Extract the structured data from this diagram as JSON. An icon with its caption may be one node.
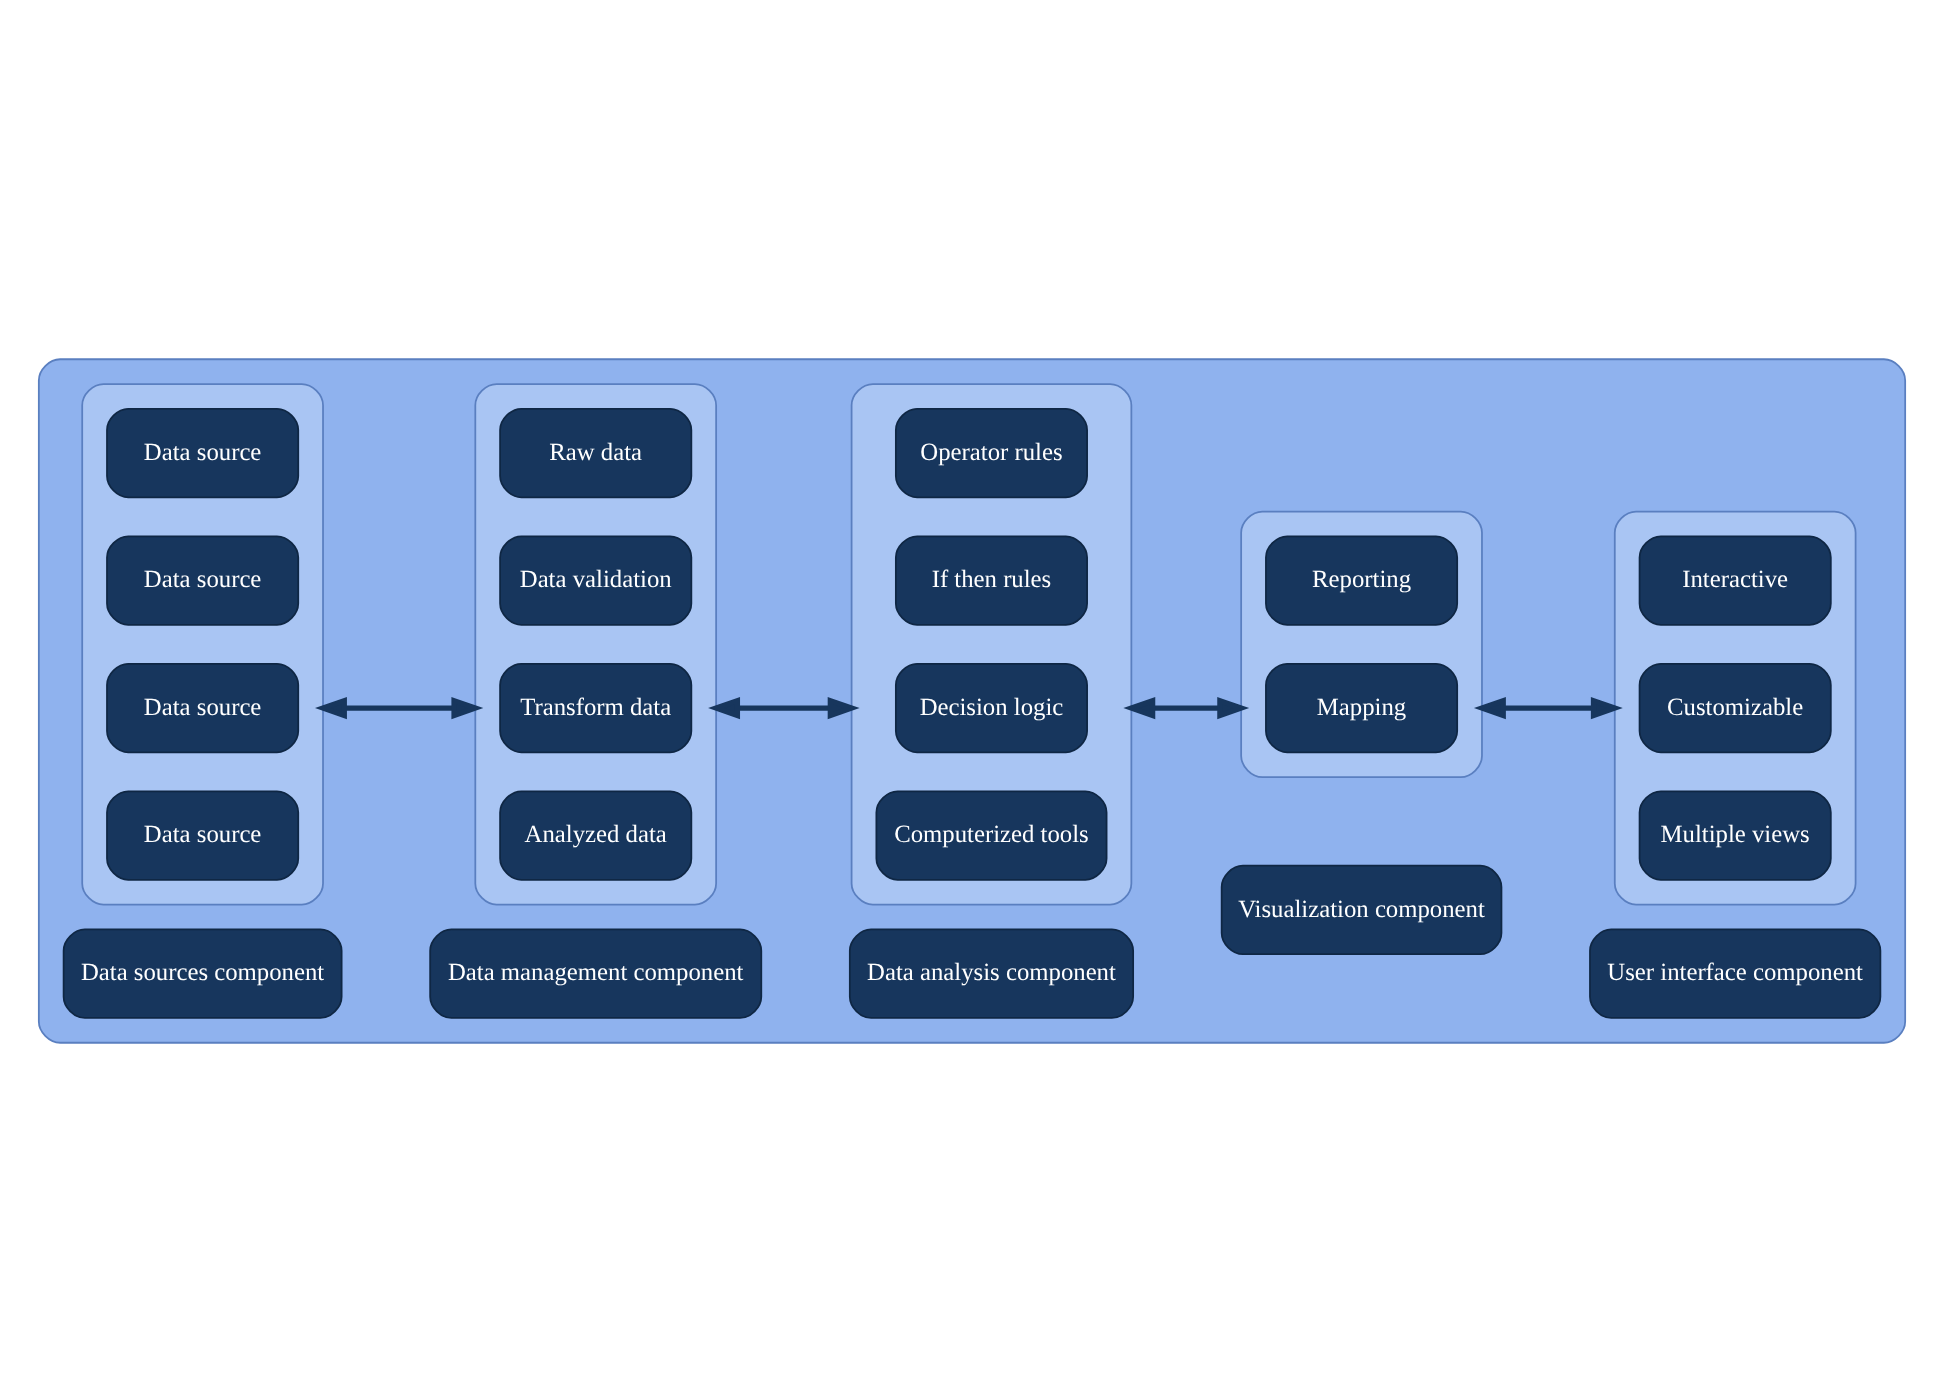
{
  "diagram": {
    "nodes": [
      {
        "text": [],
        "shape": "box"
      },
      {
        "text": [],
        "shape": "box",
        "in": 0
      },
      {
        "text": [
          "Data source"
        ],
        "in": 1
      },
      {
        "text": [
          "Data source"
        ],
        "in": 1
      },
      {
        "text": [
          "Data source"
        ],
        "in": 1
      },
      {
        "text": [
          "Data source"
        ],
        "in": 1
      },
      {
        "text": [],
        "shape": "box",
        "in": 0
      },
      {
        "text": [
          "Raw data"
        ],
        "in": 6
      },
      {
        "text": [
          "Data validation"
        ],
        "in": 6
      },
      {
        "text": [
          "Transform data"
        ],
        "in": 6
      },
      {
        "text": [
          "Analyzed data"
        ],
        "in": 6
      },
      {
        "text": [],
        "shape": "box",
        "in": 0
      },
      {
        "text": [
          "Operator rules"
        ],
        "in": 11
      },
      {
        "text": [
          "If then rules"
        ],
        "in": 11
      },
      {
        "text": [
          "Decision logic"
        ],
        "in": 11
      },
      {
        "text": [
          "Computerized tools"
        ],
        "in": 11
      },
      {
        "text": [],
        "shape": "box",
        "in": 0
      },
      {
        "text": [
          "Reporting"
        ],
        "in": 16
      },
      {
        "text": [
          "Mapping"
        ],
        "in": 16
      },
      {
        "text": [],
        "shape": "box",
        "in": 0
      },
      {
        "text": [
          "Interactive"
        ],
        "in": 19
      },
      {
        "text": [
          "Customizable"
        ],
        "in": 19
      },
      {
        "text": [
          "Multiple views"
        ],
        "in": 19
      },
      {
        "text": [
          "Data sources component"
        ],
        "in": 0
      },
      {
        "text": [
          "Data management component"
        ],
        "in": 0
      },
      {
        "text": [
          "Data analysis component"
        ],
        "in": 0
      },
      {
        "text": [
          "Visualization component"
        ],
        "in": 0
      },
      {
        "text": [
          "User interface component"
        ],
        "in": 0
      }
    ],
    "edges": [
      {
        "from": 1,
        "to": 6,
        "arrow": "both"
      },
      {
        "from": 6,
        "to": 11,
        "arrow": "both"
      },
      {
        "from": 11,
        "to": 16,
        "arrow": "both"
      },
      {
        "from": 16,
        "to": 19,
        "arrow": "both"
      }
    ]
  }
}
